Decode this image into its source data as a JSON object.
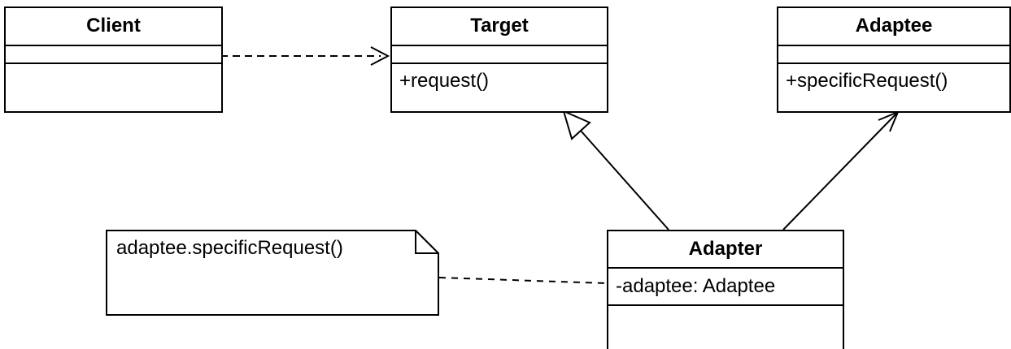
{
  "diagram": {
    "classes": [
      {
        "id": "client",
        "name": "Client",
        "attributes": [],
        "methods": []
      },
      {
        "id": "target",
        "name": "Target",
        "attributes": [],
        "methods": [
          "+request()"
        ]
      },
      {
        "id": "adaptee",
        "name": "Adaptee",
        "attributes": [],
        "methods": [
          "+specificRequest()"
        ]
      },
      {
        "id": "adapter",
        "name": "Adapter",
        "attributes": [
          "-adaptee: Adaptee"
        ],
        "methods": []
      }
    ],
    "note": {
      "text": "adaptee.specificRequest()"
    },
    "relationships": [
      {
        "from": "Client",
        "to": "Target",
        "type": "dependency",
        "line": "dashed",
        "arrowhead": "open"
      },
      {
        "from": "Adapter",
        "to": "Target",
        "type": "generalization",
        "line": "solid",
        "arrowhead": "hollow-triangle"
      },
      {
        "from": "Adapter",
        "to": "Adaptee",
        "type": "association",
        "line": "solid",
        "arrowhead": "open"
      },
      {
        "from": "note",
        "to": "Adapter",
        "type": "note-anchor",
        "line": "dashed",
        "arrowhead": "none"
      }
    ],
    "colors": {
      "stroke": "#000000",
      "fill": "#ffffff",
      "background": "#ffffff"
    }
  }
}
